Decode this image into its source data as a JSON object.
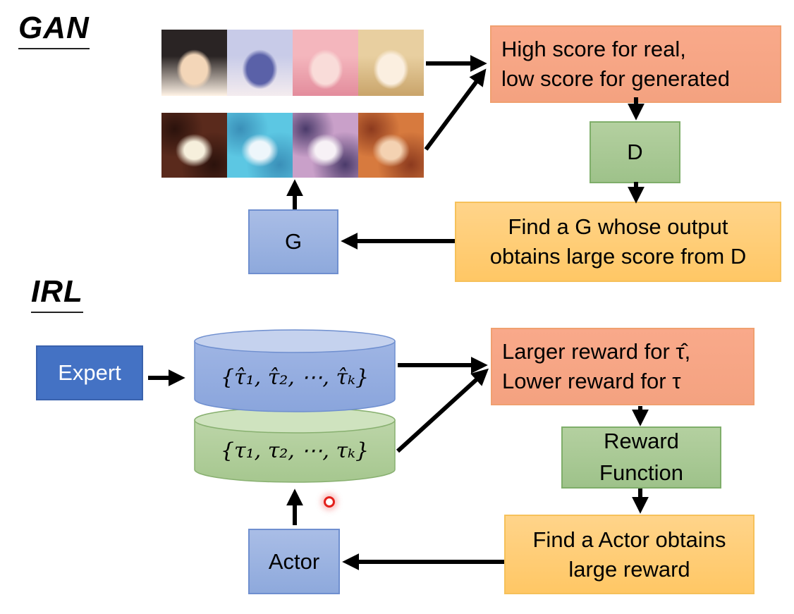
{
  "gan": {
    "heading": "GAN",
    "real_images": [
      {
        "name": "anime-face-black-hair",
        "colors": [
          "#2a2424",
          "#f3d6b8",
          "#fff3e6"
        ]
      },
      {
        "name": "anime-face-silver-hair-glasses",
        "colors": [
          "#c8cbe8",
          "#5a61a8",
          "#f4ecef"
        ]
      },
      {
        "name": "anime-face-pink-hair",
        "colors": [
          "#f4b6bd",
          "#f9dcd9",
          "#e38c9c"
        ]
      },
      {
        "name": "anime-face-blonde-hair",
        "colors": [
          "#e8cfa0",
          "#fbefe0",
          "#c9a46a"
        ]
      }
    ],
    "generated_images": [
      {
        "name": "generated-face-dark",
        "colors": [
          "#5a2a1c",
          "#f6efdc",
          "#2b120c"
        ]
      },
      {
        "name": "generated-face-cyan",
        "colors": [
          "#5cc7e3",
          "#eef6fb",
          "#3a8fb8"
        ]
      },
      {
        "name": "generated-face-purple",
        "colors": [
          "#c9a0c9",
          "#f7f1f6",
          "#4a3a6a"
        ]
      },
      {
        "name": "generated-face-orange",
        "colors": [
          "#d77a3e",
          "#f4d2b2",
          "#8c3a1e"
        ]
      }
    ],
    "score_box": {
      "line1": "High score for real,",
      "line2": "low score for generated"
    },
    "discriminator": "D",
    "find_box": {
      "line1": "Find a G whose output",
      "line2": "obtains large score from D"
    },
    "generator": "G"
  },
  "irl": {
    "heading": "IRL",
    "expert": "Expert",
    "expert_trajectories": "{τ̂₁, τ̂₂, ⋯, τ̂ₖ}",
    "actor_trajectories": "{τ₁, τ₂, ⋯, τₖ}",
    "reward_box": {
      "line1": "Larger reward for τ̂,",
      "line2": "Lower reward for τ"
    },
    "reward_function": {
      "line1": "Reward",
      "line2": "Function"
    },
    "find_box": {
      "line1": "Find a Actor obtains",
      "line2": "large reward"
    },
    "actor": "Actor"
  },
  "colors": {
    "orange": "#f4a280",
    "green": "#a9c995",
    "yellow": "#ffc96e",
    "blue": "#8ea9dc",
    "dark_blue": "#4472c4",
    "cursor": "#e3201b"
  }
}
